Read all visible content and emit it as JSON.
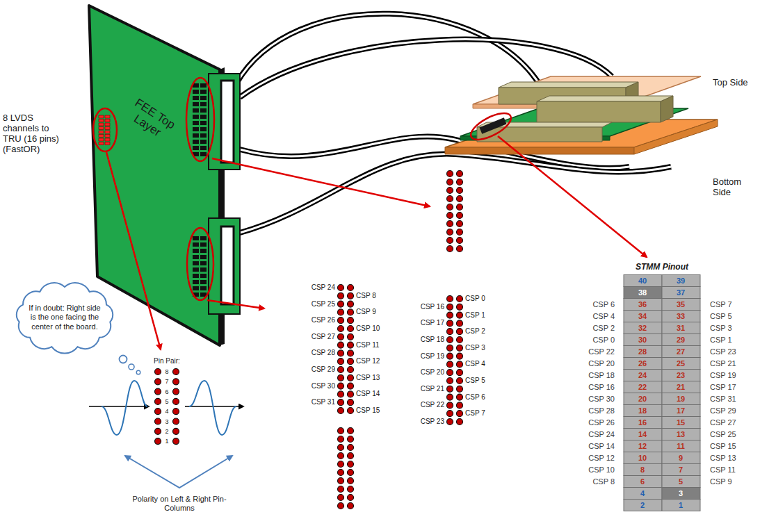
{
  "diagram": {
    "nodes": [
      {
        "text": [
          "FEE Top Layer"
        ]
      },
      {
        "text": [
          "If in doubt: Right side is the one facing the center of the board."
        ]
      }
    ],
    "labels": [
      "8 LVDS channels to TRU (16 pins) (FastOR)",
      "Top Side",
      "Bottom Side",
      "Pin Pair:",
      "8",
      "7",
      "6",
      "5",
      "4",
      "3",
      "2",
      "1",
      "Polarity on Left & Right Pin-Columns",
      "CSP 24",
      "CSP 8",
      "CSP 25",
      "CSP 9",
      "CSP 26",
      "CSP 10",
      "CSP 27",
      "CSP 11",
      "CSP 28",
      "CSP 12",
      "CSP 29",
      "CSP 13",
      "CSP 30",
      "CSP 14",
      "CSP 31",
      "CSP 15",
      "CSP 0",
      "CSP 16",
      "CSP 1",
      "CSP 17",
      "CSP 2",
      "CSP 18",
      "CSP 3",
      "CSP 19",
      "CSP 4",
      "CSP 20",
      "CSP 5",
      "CSP 21",
      "CSP 6",
      "CSP 22",
      "CSP 7",
      "CSP 23",
      "STMM Pinout",
      "40",
      "39",
      "38",
      "37",
      "CSP 6",
      "36",
      "35",
      "CSP 7",
      "CSP 4",
      "34",
      "33",
      "CSP 5",
      "CSP 2",
      "32",
      "31",
      "CSP 3",
      "CSP 0",
      "30",
      "29",
      "CSP 1",
      "CSP 22",
      "28",
      "27",
      "CSP 23",
      "CSP 20",
      "26",
      "25",
      "CSP 21",
      "CSP 18",
      "24",
      "23",
      "CSP 19",
      "CSP 16",
      "22",
      "21",
      "CSP 17",
      "CSP 30",
      "20",
      "19",
      "CSP 31",
      "CSP 28",
      "18",
      "17",
      "CSP 29",
      "CSP 26",
      "16",
      "15",
      "CSP 27",
      "CSP 24",
      "14",
      "13",
      "CSP 25",
      "CSP 14",
      "12",
      "11",
      "CSP 15",
      "CSP 12",
      "10",
      "9",
      "CSP 13",
      "CSP 10",
      "8",
      "7",
      "CSP 11",
      "CSP 8",
      "6",
      "5",
      "CSP 9",
      "4",
      "3",
      "2",
      "1"
    ]
  }
}
